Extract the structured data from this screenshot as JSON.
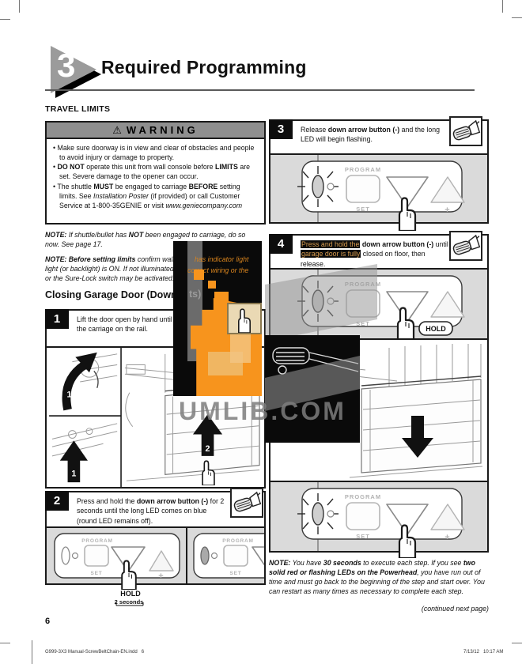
{
  "header": {
    "badge": "3",
    "title": "Required Programming",
    "section": "TRAVEL LIMITS"
  },
  "warning": {
    "icon": "⚠",
    "title": "WARNING",
    "bullets": [
      [
        {
          "t": "Make sure doorway is in view and clear of obstacles and people to avoid injury or damage to property."
        }
      ],
      [
        {
          "t": "DO NOT",
          "b": 1
        },
        {
          "t": " operate this unit from wall console before "
        },
        {
          "t": "LIMITS",
          "b": 1
        },
        {
          "t": " are set. Severe damage to the opener can occur."
        }
      ],
      [
        {
          "t": "The shuttle "
        },
        {
          "t": "MUST",
          "b": 1
        },
        {
          "t": " be engaged to carriage "
        },
        {
          "t": "BEFORE",
          "b": 1
        },
        {
          "t": " setting limits. See "
        },
        {
          "t": "Installation Poster",
          "i": 1
        },
        {
          "t": " (if provided) or call Customer Service at 1-800-35GENIE or visit "
        },
        {
          "t": "www.geniecompany.com",
          "i": 1
        }
      ]
    ]
  },
  "notes": {
    "note1": [
      {
        "t": "NOTE:",
        "b": 1,
        "i": 1
      },
      {
        "t": " If shuttle/bullet has ",
        "i": 1
      },
      {
        "t": "NOT",
        "b": 1,
        "i": 1
      },
      {
        "t": " been engaged to carriage, do so now. See page 17.",
        "i": 1
      }
    ],
    "note2": [
      {
        "t": "NOTE: Before setting limits",
        "b": 1,
        "i": 1
      },
      {
        "t": " confirm wall console has indicator light (or backlight) is ON. If not illuminated, check for correct wiring or the Sure-Lock switch may be activated.",
        "i": 1
      }
    ],
    "note3": [
      {
        "t": "NOTE:",
        "b": 1,
        "i": 1
      },
      {
        "t": " You have ",
        "i": 1
      },
      {
        "t": "30 seconds",
        "b": 1,
        "i": 1
      },
      {
        "t": " to execute each step. If you see ",
        "i": 1
      },
      {
        "t": "two solid red or flashing LEDs on the Powerhead",
        "b": 1,
        "i": 1
      },
      {
        "t": ", you have run out of time and must go back to the beginning of the step and start over. You can restart as many times as necessary to complete each step.",
        "i": 1
      }
    ]
  },
  "closing_heading": "Closing Garage Door (Down Limits)",
  "steps": {
    "s1": {
      "num": "1",
      "text": [
        {
          "t": "Lift the door open by hand until the shuttle/bullet engages the carriage on the rail."
        }
      ]
    },
    "s2": {
      "num": "2",
      "text": [
        {
          "t": "Press and hold the "
        },
        {
          "t": "down arrow button (-)",
          "b": 1
        },
        {
          "t": " for 2 seconds until the long LED comes on blue (round LED remains off)."
        }
      ]
    },
    "s3": {
      "num": "3",
      "text": [
        {
          "t": "Release "
        },
        {
          "t": "down arrow button (-)",
          "b": 1
        },
        {
          "t": " and the long LED will begin flashing."
        }
      ]
    },
    "s4": {
      "num": "4",
      "text": [
        {
          "t": "Press and hold the",
          "c": 1
        },
        {
          "t": " "
        },
        {
          "t": "down arrow button (-)",
          "b": 1
        },
        {
          "t": " until "
        },
        {
          "t": "garage door is fully",
          "c": 1
        },
        {
          "t": " closed on floor, then release."
        }
      ]
    }
  },
  "panel": {
    "program": "PROGRAM",
    "set": "SET",
    "plus": "+",
    "hold": "HOLD",
    "hold_2s": "2 seconds"
  },
  "figures": {
    "arrow1": "1",
    "arrow2": "2"
  },
  "watermark": {
    "text": "UMLIB.COM",
    "frag_line1": "has indicator light",
    "frag_line2": "correct wiring or the",
    "frag_heading": "ts)",
    "frag_shuttle": "shuttle/bullet"
  },
  "footer": {
    "page_number": "6",
    "continued": "(continued next page)",
    "doc_left": "G999-3X3 Manual-ScrewBeltChain-EN.indd   6",
    "doc_right": "7/13/12   10:17 AM"
  },
  "colors": {
    "accent_orange": "#f7941d",
    "warning_bar_gray": "#8f8f8f",
    "overlay_black": "#0a0a0a"
  }
}
